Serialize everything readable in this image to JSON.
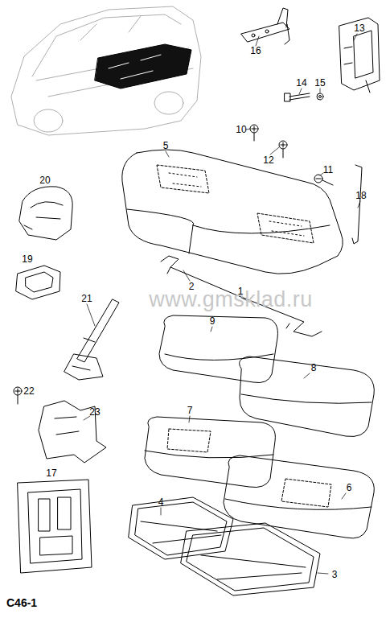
{
  "diagram": {
    "labels": [
      "16",
      "13",
      "14",
      "15",
      "10",
      "12",
      "5",
      "11",
      "18",
      "20",
      "19",
      "2",
      "1",
      "21",
      "9",
      "8",
      "22",
      "23",
      "7",
      "17",
      "4",
      "6",
      "3",
      "www.gmsklad.ru",
      "C46-1"
    ]
  }
}
